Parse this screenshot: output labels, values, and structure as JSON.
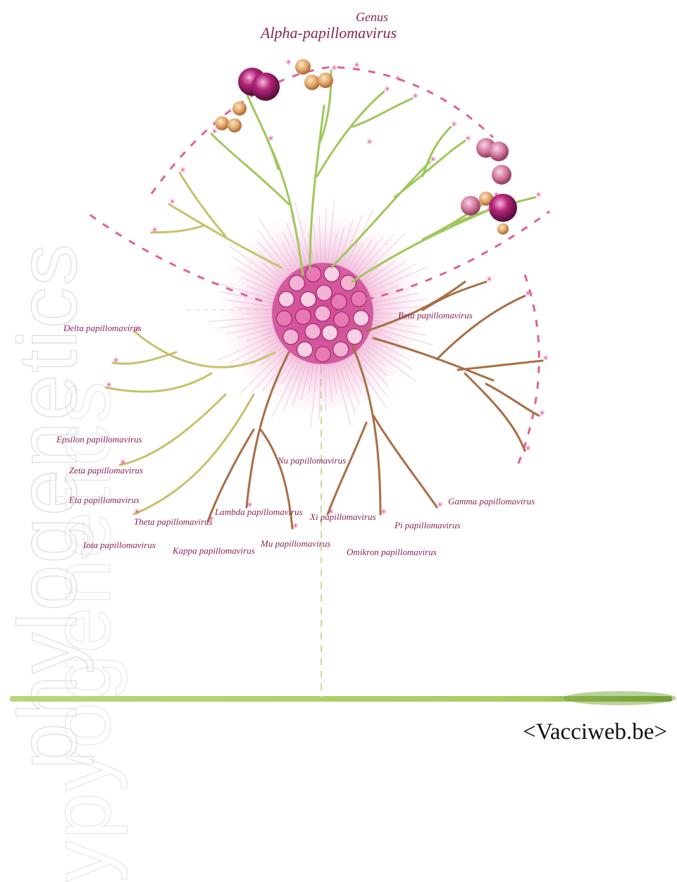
{
  "watermark": {
    "word": "phylogenetics",
    "word2": "ypyogenetics"
  },
  "credit": "<Vacciweb.be>",
  "colors": {
    "branch_green": "#9ec85a",
    "branch_olive": "#c9c06a",
    "branch_brown": "#a96e45",
    "center_pink": "#d44a9a",
    "label_magenta": "#8a2457",
    "axis_green": "#b8d77a"
  },
  "labels": {
    "genus": "Genus",
    "alpha": "Alpha-papillomavirus",
    "beta": "Beta papillomavirus",
    "delta": "Delta papillomavirus",
    "gamma": "Gamma papillomavirus",
    "epsilon": "Epsilon papillomavirus",
    "zeta": "Zeta papillomavirus",
    "eta": "Eta papillomavirus",
    "theta": "Theta papillomavirus",
    "iota": "Iota papillomavirus",
    "kappa": "Kappa papillomavirus",
    "lambda": "Lambda papillomavirus",
    "mu": "Mu papillomavirus",
    "nu": "Nu papillomavirus",
    "xi": "Xi papillomavirus",
    "omikron": "Omikron papillomavirus",
    "pi": "Pi papillomavirus"
  }
}
